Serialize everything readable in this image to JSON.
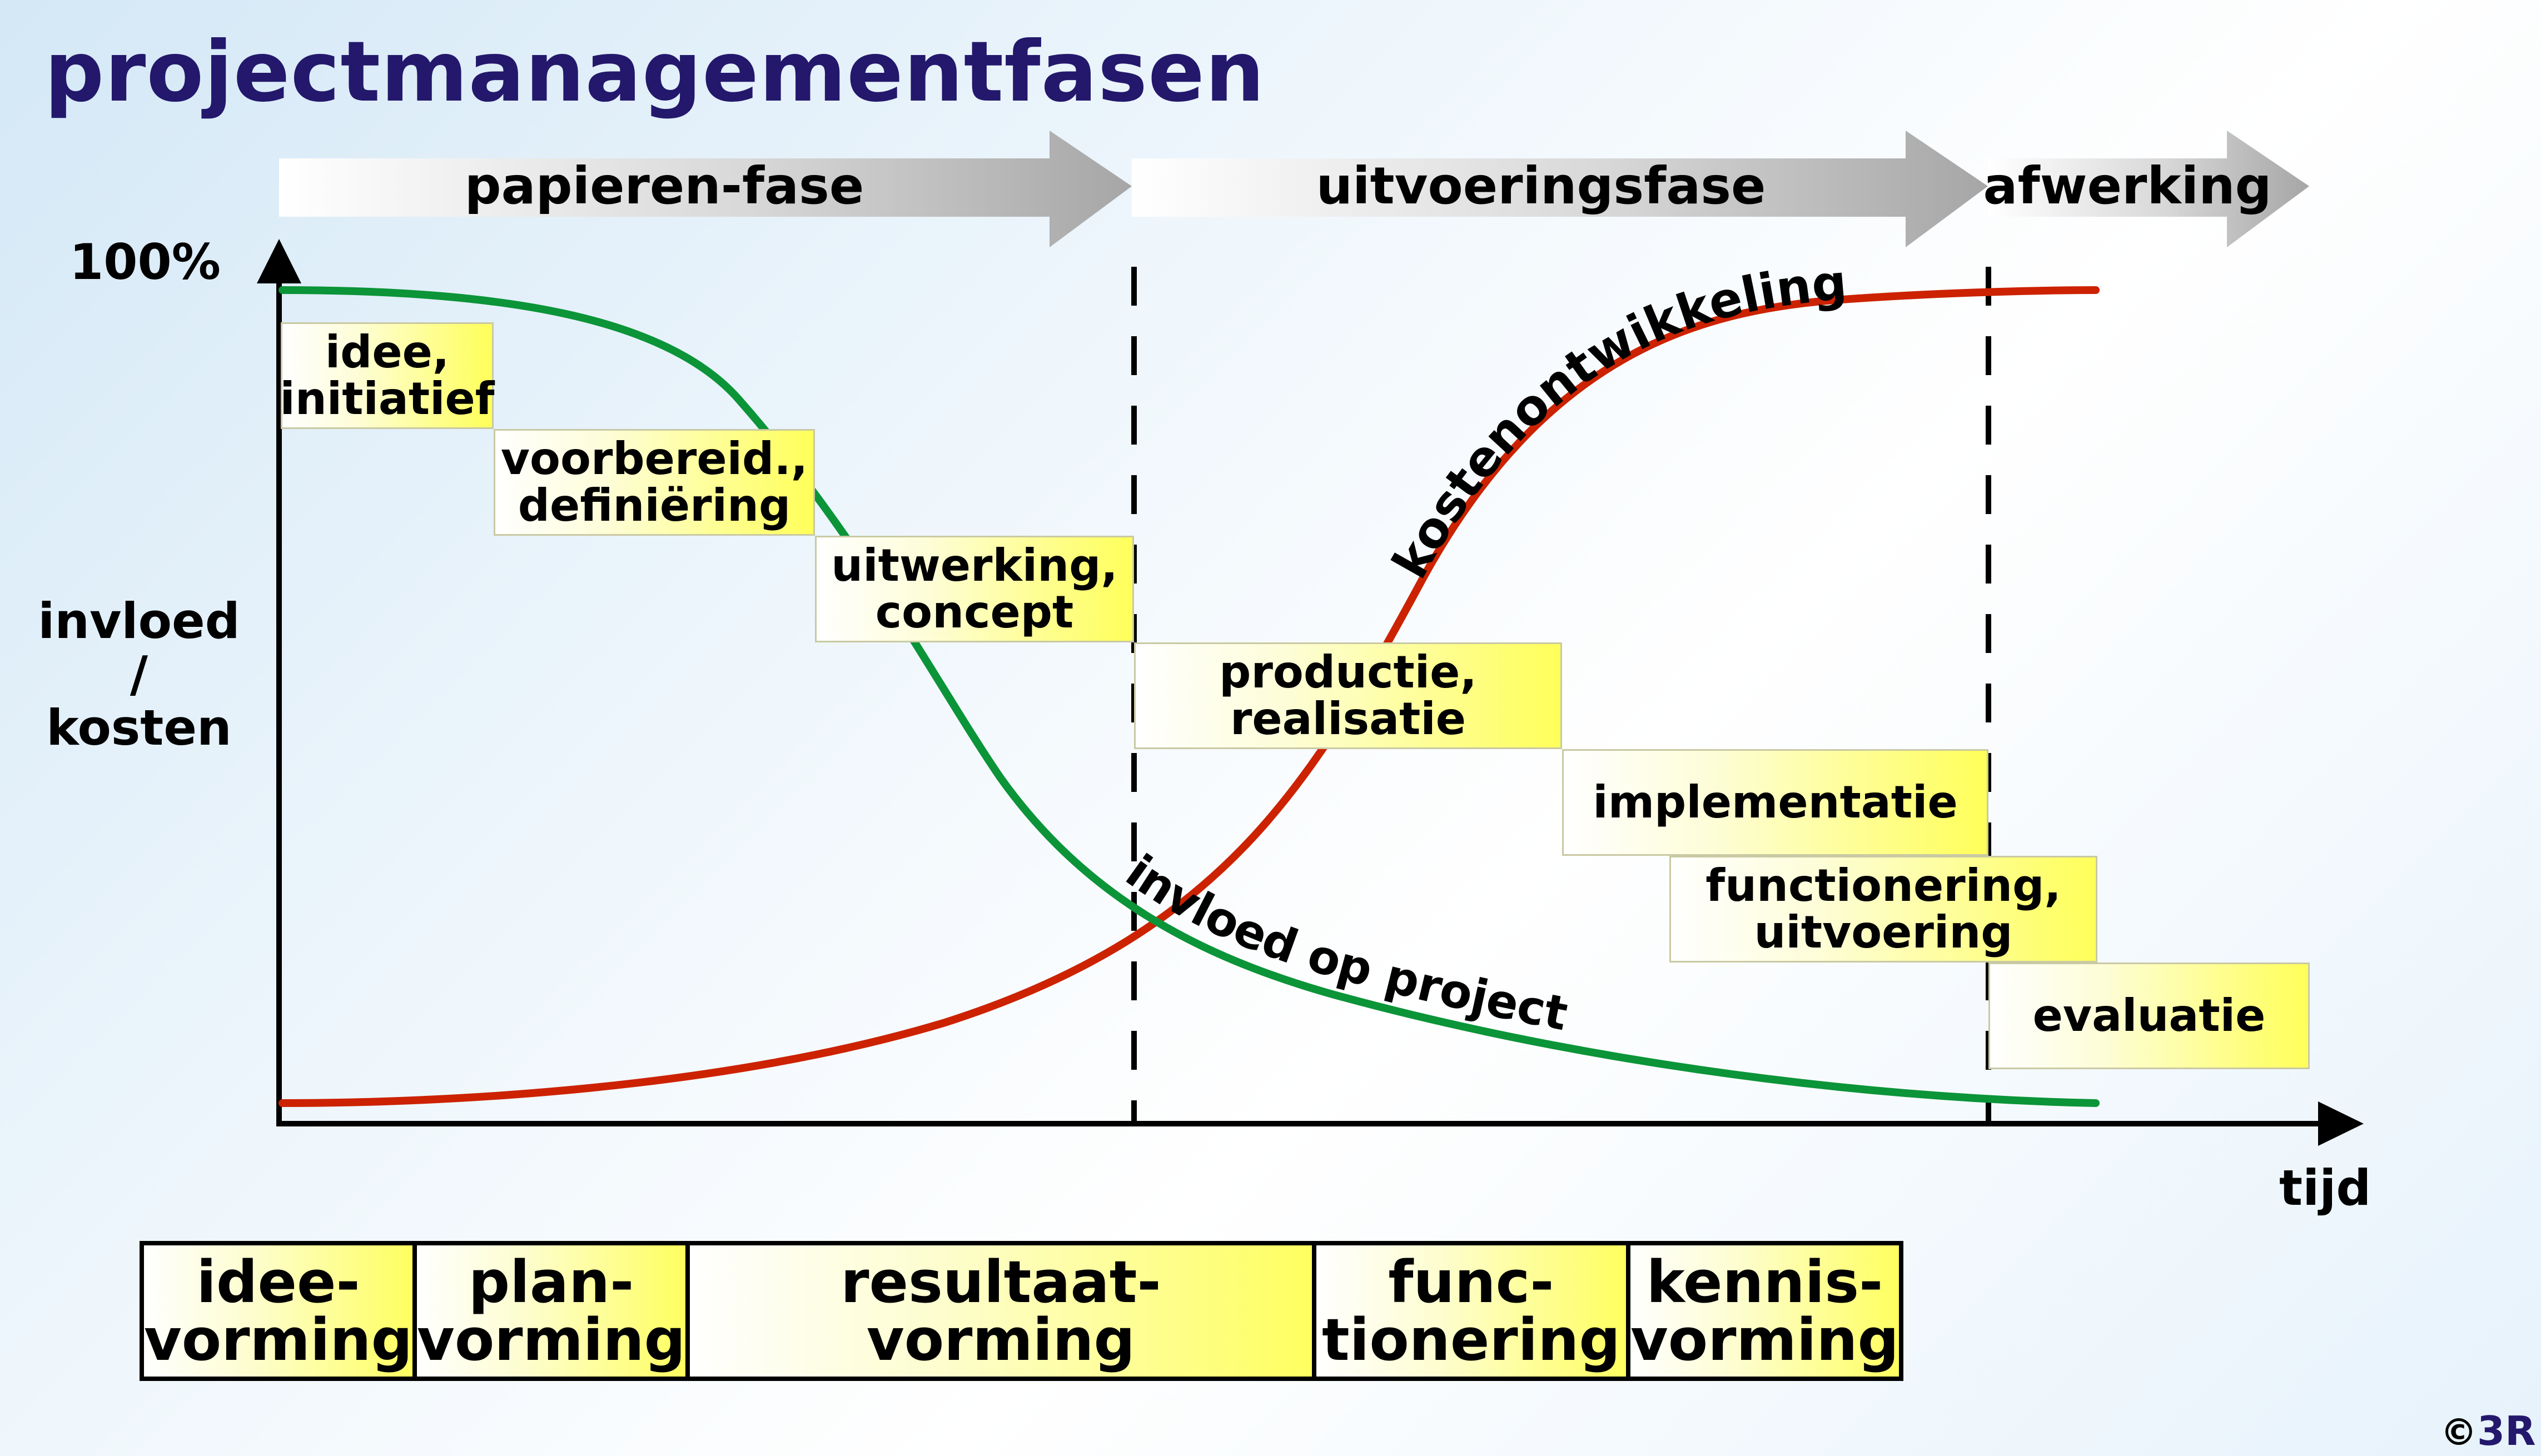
{
  "title": "projectmanagementfasen",
  "phases": [
    {
      "label": "papieren-fase"
    },
    {
      "label": "uitvoeringsfase"
    },
    {
      "label": "afwerking"
    }
  ],
  "y_axis": {
    "top_label": "100%",
    "label_lines": [
      "invloed",
      "/",
      "kosten"
    ]
  },
  "x_axis": {
    "label": "tijd"
  },
  "steps": [
    {
      "label": "idee,\ninitiatief"
    },
    {
      "label": "voorbereid.,\ndefiniëring"
    },
    {
      "label": "uitwerking,\nconcept"
    },
    {
      "label": "productie,\nrealisatie"
    },
    {
      "label": "implementatie"
    },
    {
      "label": "functionering,\nuitvoering"
    },
    {
      "label": "evaluatie"
    }
  ],
  "curves": [
    {
      "name": "kostenontwikkeling",
      "color": "#cc2200"
    },
    {
      "name": "invloed op project",
      "color": "#0b9438"
    }
  ],
  "bottom_phases": [
    {
      "label": "idee-\nvorming"
    },
    {
      "label": "plan-\nvorming"
    },
    {
      "label": "resultaat-\nvorming"
    },
    {
      "label": "func-\ntionering"
    },
    {
      "label": "kennis-\nvorming"
    }
  ],
  "copyright": {
    "symbol": "©",
    "brand": "3R"
  },
  "colors": {
    "title": "#23186c",
    "box_yellow": "#ffff5a",
    "arrow_gray": "#a6a6a6"
  }
}
